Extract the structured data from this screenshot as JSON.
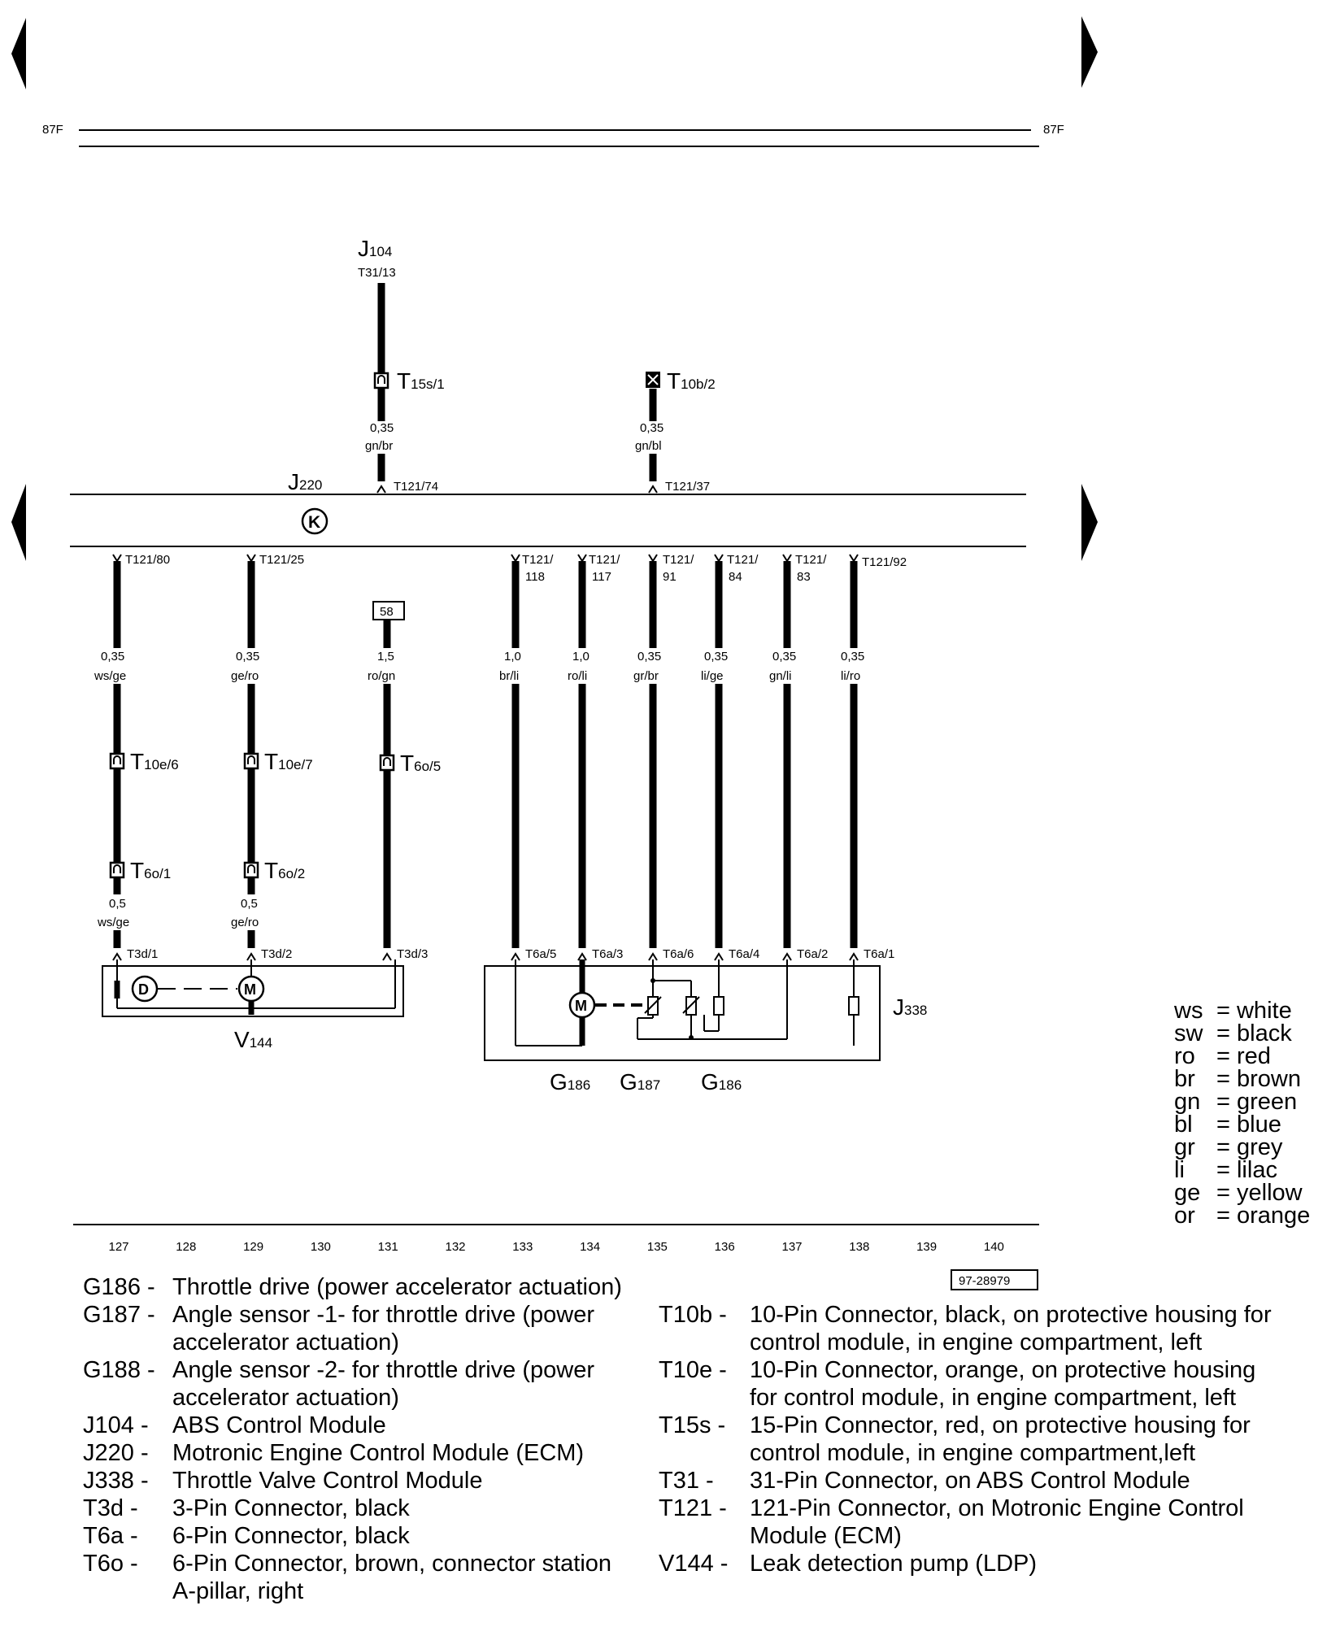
{
  "header": {
    "left_ref": "87F",
    "right_ref": "87F"
  },
  "bus": {
    "module": "J220",
    "module_sub": "220",
    "symbol": "K"
  },
  "top": {
    "j104": "J",
    "j104_sub": "104",
    "j104_pin": "T31/13",
    "t15s": "T",
    "t15s_sub": "15s/1",
    "wire1_size": "0,35",
    "wire1_color": "gn/br",
    "wire1_pin": "T121/74",
    "t10b": "T",
    "t10b_sub": "10b/2",
    "wire2_size": "0,35",
    "wire2_color": "gn/bl",
    "wire2_pin": "T121/37"
  },
  "wires": [
    {
      "pin": "T121/80",
      "size": "0,35",
      "color": "ws/ge",
      "conn1": "10e/6",
      "conn2": "6o/1",
      "size2": "0,5",
      "color2": "ws/ge",
      "end": "T3d/1"
    },
    {
      "pin": "T121/25",
      "size": "0,35",
      "color": "ge/ro",
      "conn1": "10e/7",
      "conn2": "6o/2",
      "size2": "0,5",
      "color2": "ge/ro",
      "end": "T3d/2"
    },
    {
      "pin": "58",
      "size": "1,5",
      "color": "ro/gn",
      "conn1": "6o/5",
      "end": "T3d/3"
    },
    {
      "pin": "T121/",
      "pin2": "118",
      "size": "1,0",
      "color": "br/li",
      "end": "T6a/5"
    },
    {
      "pin": "T121/",
      "pin2": "117",
      "size": "1,0",
      "color": "ro/li",
      "end": "T6a/3"
    },
    {
      "pin": "T121/",
      "pin2": "91",
      "size": "0,35",
      "color": "gr/br",
      "end": "T6a/6"
    },
    {
      "pin": "T121/",
      "pin2": "84",
      "size": "0,35",
      "color": "li/ge",
      "end": "T6a/4"
    },
    {
      "pin": "T121/",
      "pin2": "83",
      "size": "0,35",
      "color": "gn/li",
      "end": "T6a/2"
    },
    {
      "pin": "T121/92",
      "size": "0,35",
      "color": "li/ro",
      "end": "T6a/1"
    }
  ],
  "components": {
    "v144": "V",
    "v144_sub": "144",
    "j338": "J",
    "j338_sub": "338",
    "g186": "G",
    "g186_sub": "186",
    "g187": "G",
    "g187_sub": "187",
    "g188": "G",
    "g188_sub": "186",
    "motor": "M",
    "pump": "M",
    "sensor": "D"
  },
  "scale": [
    "127",
    "128",
    "129",
    "130",
    "131",
    "132",
    "133",
    "134",
    "135",
    "136",
    "137",
    "138",
    "139",
    "140"
  ],
  "doc_id": "97-28979",
  "legend": [
    {
      "k": "ws",
      "v": "= white"
    },
    {
      "k": "sw",
      "v": "= black"
    },
    {
      "k": "ro",
      "v": "= red"
    },
    {
      "k": "br",
      "v": "= brown"
    },
    {
      "k": "gn",
      "v": "= green"
    },
    {
      "k": "bl",
      "v": "= blue"
    },
    {
      "k": "gr",
      "v": "= grey"
    },
    {
      "k": "li",
      "v": "= lilac"
    },
    {
      "k": "ge",
      "v": "= yellow"
    },
    {
      "k": "or",
      "v": "= orange"
    }
  ],
  "parts_left": [
    {
      "code": "G186 -",
      "desc": "Throttle drive (power accelerator actuation)"
    },
    {
      "code": "G187 -",
      "desc": "Angle sensor -1- for throttle drive (power accelerator actuation)"
    },
    {
      "code": "G188 -",
      "desc": "Angle sensor -2- for throttle drive (power accelerator actuation)"
    },
    {
      "code": "J104 -",
      "desc": "ABS Control Module"
    },
    {
      "code": "J220 -",
      "desc": "Motronic Engine Control Module (ECM)"
    },
    {
      "code": "J338 -",
      "desc": "Throttle Valve Control Module"
    },
    {
      "code": "T3d   -",
      "desc": "3-Pin Connector, black"
    },
    {
      "code": "T6a   -",
      "desc": "6-Pin Connector, black"
    },
    {
      "code": "T6o   -",
      "desc": "6-Pin Connector, brown, connector station A-pillar, right"
    }
  ],
  "parts_right": [
    {
      "code": "T10b -",
      "desc": "10-Pin Connector, black, on protective housing for control module, in engine compartment, left"
    },
    {
      "code": "T10e -",
      "desc": "10-Pin Connector, orange, on protective housing for control module, in engine compartment, left"
    },
    {
      "code": "T15s -",
      "desc": "15-Pin Connector, red, on protective housing for control module, in engine compartment,left"
    },
    {
      "code": "T31   -",
      "desc": "31-Pin Connector, on ABS Control Module"
    },
    {
      "code": "T121 -",
      "desc": "121-Pin Connector, on Motronic Engine Control Module (ECM)"
    },
    {
      "code": "V144 -",
      "desc": "Leak detection pump (LDP)"
    }
  ]
}
